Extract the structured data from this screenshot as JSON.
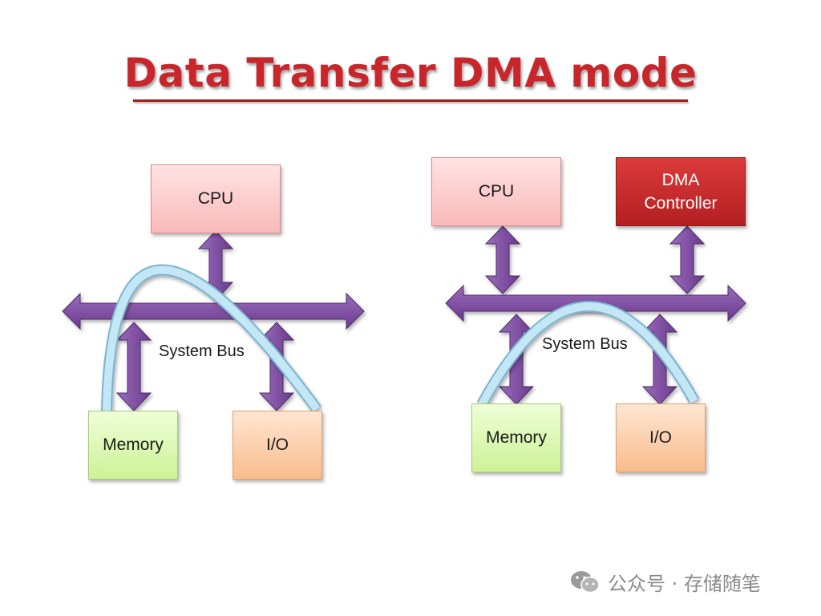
{
  "title": "Data Transfer DMA  mode",
  "colors": {
    "title_red": "#c8262b",
    "bus_arrow": "#7d4a9e",
    "dma_path": "#bfe4f2",
    "cpu_fill": "#f9c6c6",
    "memory_fill": "#dcf6b5",
    "io_fill": "#fbcba6",
    "dma_fill": "#c42a2d"
  },
  "left_diagram": {
    "cpu_label": "CPU",
    "memory_label": "Memory",
    "io_label": "I/O",
    "bus_label": "System Bus"
  },
  "right_diagram": {
    "cpu_label": "CPU",
    "dma_label_line1": "DMA",
    "dma_label_line2": "Controller",
    "memory_label": "Memory",
    "io_label": "I/O",
    "bus_label": "System Bus"
  },
  "watermark": {
    "icon": "wechat-icon",
    "text": "公众号 · 存储随笔"
  }
}
